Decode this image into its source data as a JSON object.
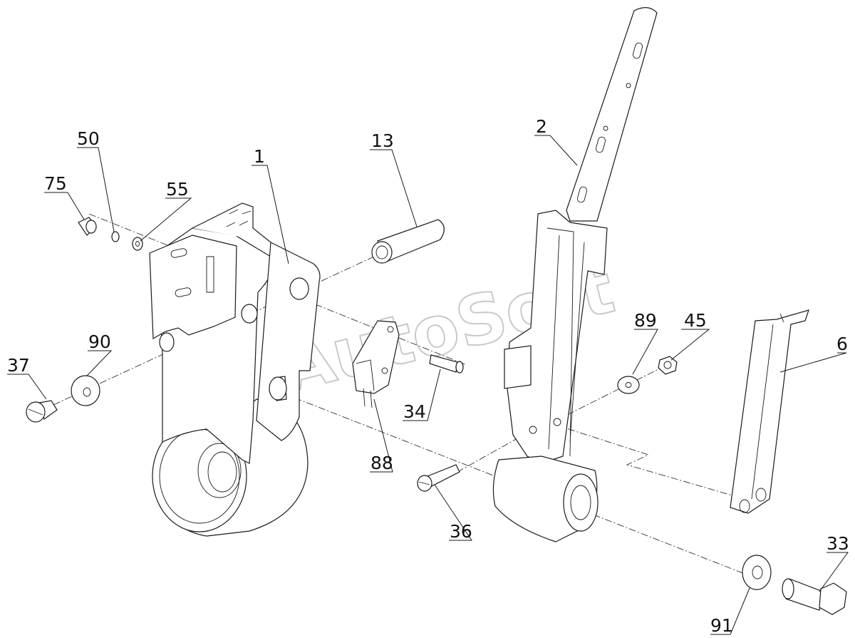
{
  "watermark": "AutoSoft",
  "callouts": [
    {
      "id": "c1",
      "text": "1"
    },
    {
      "id": "c2",
      "text": "2"
    },
    {
      "id": "c6",
      "text": "6"
    },
    {
      "id": "c13",
      "text": "13"
    },
    {
      "id": "c33",
      "text": "33"
    },
    {
      "id": "c34",
      "text": "34"
    },
    {
      "id": "c36",
      "text": "36"
    },
    {
      "id": "c37",
      "text": "37"
    },
    {
      "id": "c45",
      "text": "45"
    },
    {
      "id": "c50",
      "text": "50"
    },
    {
      "id": "c55",
      "text": "55"
    },
    {
      "id": "c75",
      "text": "75"
    },
    {
      "id": "c88",
      "text": "88"
    },
    {
      "id": "c89",
      "text": "89"
    },
    {
      "id": "c90",
      "text": "90"
    },
    {
      "id": "c91",
      "text": "91"
    }
  ]
}
